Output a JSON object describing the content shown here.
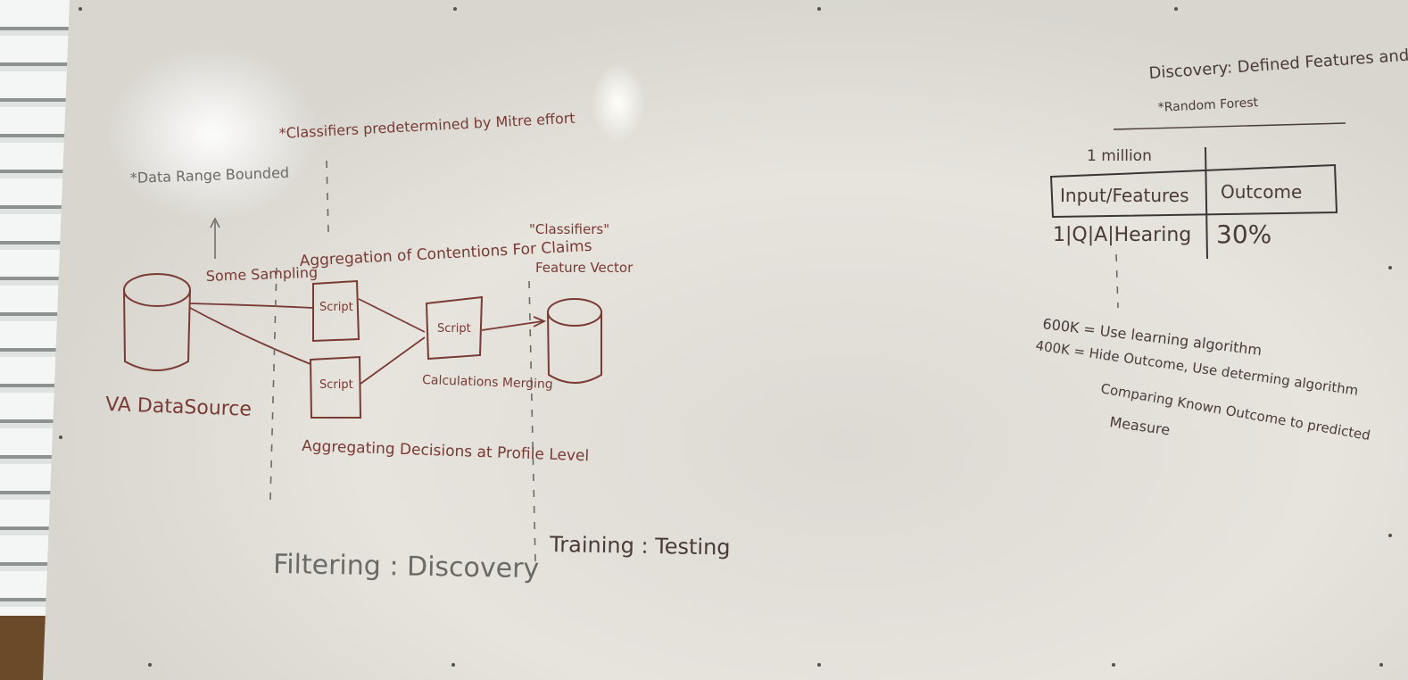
{
  "whiteboard": {
    "left_diagram": {
      "source_label": "VA DataSource",
      "annotation_date_range": "*Data Range Bounded",
      "annotation_classifiers": "*Classifiers predetermined by Mitre effort",
      "sampling_label": "Some Sampling",
      "aggregation_claims": "Aggregation of Contentions For Claims",
      "script_label": "Script",
      "aggregating_decisions": "Aggregating Decisions at Profile Level",
      "calculations_label": "Calculations Merging",
      "classifiers_quoted": "\"Classifiers\"",
      "feature_vector": "Feature Vector",
      "phase_left": "Filtering : Discovery",
      "phase_right": "Training : Testing"
    },
    "right_notes": {
      "discovery_title": "Discovery: Defined Features and classifiers",
      "random_forest": "*Random Forest",
      "count_label": "1 million",
      "table_header_input": "Input/Features",
      "table_header_outcome": "Outcome",
      "table_row_input": "1|Q|A|Hearing",
      "table_row_outcome": "30%",
      "note_600k": "600K = Use learning algorithm",
      "note_400k": "400K = Hide Outcome, Use determing algorithm",
      "note_compare": "Comparing Known Outcome to predicted",
      "note_measure": "Measure"
    },
    "colors": {
      "marker_red": "#7a3a34",
      "marker_black": "#3d3535",
      "marker_gray": "#6a6a66",
      "board": "#e4e2dc"
    }
  }
}
